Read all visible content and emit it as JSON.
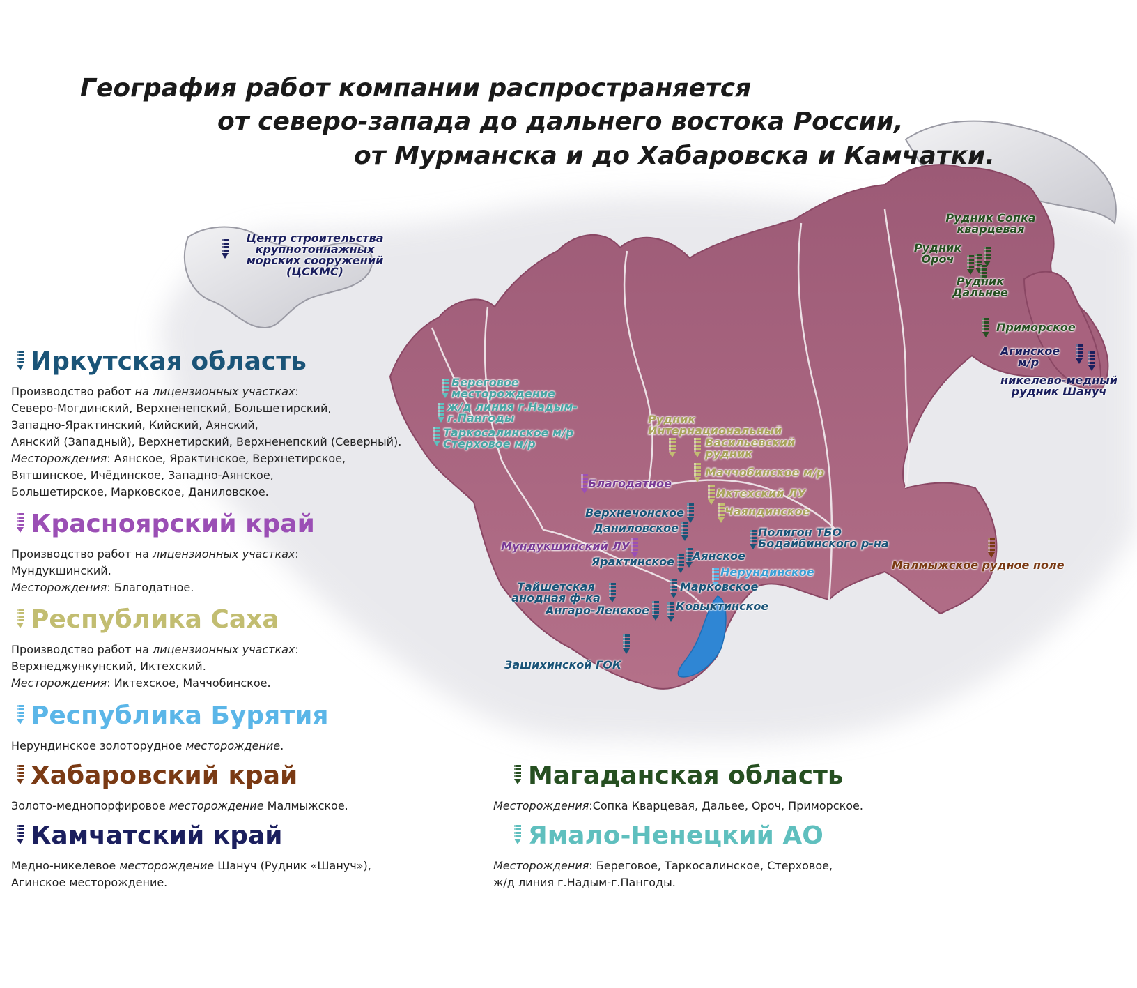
{
  "title": {
    "line1": "География работ компании распространяется",
    "line2": "от северо-запада до дальнего востока России,",
    "line3": "от Мурманска и до Хабаровска и Камчатки."
  },
  "colors": {
    "russia": "#a8627e",
    "irkutsk": "#1a5478",
    "krasnoyarsk": "#9b4fb5",
    "sakha": "#c2bd71",
    "buryatia": "#5bb6e8",
    "khabarovsk": "#7a3a14",
    "kamchatka": "#1b1f5e",
    "magadan": "#264f21",
    "yamal": "#5fbfbe",
    "baikal": "#2f86d4"
  },
  "sites": {
    "murmansk": "Центр строительства крупнотоннажных морских сооружений (ЦСКМС)",
    "beregovoe": "Береговое месторождение",
    "railway": "ж/д линия г.Надым-г.Пангоды",
    "tarkosale": "Таркосалинское м/р",
    "sterkhovoe": "Стерховое м/р",
    "internatsionalny": "Рудник Интернациональный",
    "vasilievsky": "Васильевский рудник",
    "machchoba": "Маччобинское м/р",
    "iktekh": "Иктехский ЛУ",
    "chayandinskoe": "Чаяндинское",
    "blagodatnoe": "Благодатное",
    "verkhnechonskoe": "Верхнечонское",
    "danilovskoe": "Даниловское",
    "polygon": "Полигон ТБО Бодайбинского р-на",
    "mundukshinsky": "Мундукшинский ЛУ",
    "yaraktinskoe": "Ярактинское",
    "ayanskoe": "Аянское",
    "nerundinskoe": "Нерундинское",
    "taishet": "Тайшетская анодная ф-ка",
    "markovskoe": "Марковское",
    "angaro": "Ангаро-Ленское",
    "kovyktinskoe": "Ковыктинское",
    "zashikhinsky": "Зашихинской ГОК",
    "sopka": "Рудник Сопка кварцевая",
    "oroch": "Рудник Ороч",
    "dalnee": "Рудник Дальнее",
    "primorskoe": "Приморское",
    "aginskoe": "Агинское м/р",
    "shanuch": "никелево-медный рудник Шануч",
    "malmyzh": "Малмыжское рудное поле"
  },
  "regions": {
    "irkutsk": {
      "name": "Иркутская область",
      "desc": [
        [
          "Производство работ ",
          "на лицензионных участках",
          ":"
        ],
        [
          "Северо-Могдинский, Верхненепский, Большетирский,"
        ],
        [
          "Западно-Ярактинский, Кийский, Аянский,"
        ],
        [
          "Аянский (Западный), Верхнетирский, Верхненепский (Северный)."
        ],
        [
          "",
          "Месторождения",
          ": Аянское, Ярактинское, Верхнетирское,"
        ],
        [
          "Вятшинское, Ичёдинское, Западно-Аянское,"
        ],
        [
          "Большетирское, Марковское, Даниловское."
        ]
      ]
    },
    "krasnoyarsk": {
      "name": "Красноярский край",
      "desc": [
        [
          "Производство работ на ",
          "лицензионных участках",
          ":"
        ],
        [
          "Мундукшинский."
        ],
        [
          "",
          "Месторождения",
          ": Благодатное."
        ]
      ]
    },
    "sakha": {
      "name": "Республика Саха",
      "desc": [
        [
          "Производство работ на ",
          "лицензионных участках",
          ":"
        ],
        [
          "Верхнеджункунский, Иктехский."
        ],
        [
          "",
          "Месторождения",
          ": Иктехское, Маччобинское."
        ]
      ]
    },
    "buryatia": {
      "name": "Республика Бурятия",
      "desc": [
        [
          "Нерундинское золоторудное ",
          "месторождение",
          "."
        ]
      ]
    },
    "khabarovsk": {
      "name": "Хабаровский край",
      "desc": [
        [
          "Золото-меднопорфировое ",
          "месторождение",
          " Малмыжское."
        ]
      ]
    },
    "kamchatka": {
      "name": "Камчатский край",
      "desc": [
        [
          "Медно-никелевое ",
          "месторождение",
          " Шануч (Рудник «Шануч»),"
        ],
        [
          "Агинское месторождение."
        ]
      ]
    },
    "magadan": {
      "name": "Магаданская область",
      "desc": [
        [
          "",
          "Месторождения",
          ":Сопка Кварцевая, Дальее, Ороч, Приморское."
        ]
      ]
    },
    "yamal": {
      "name": "Ямало-Ненецкий АО",
      "desc": [
        [
          "",
          "Месторождения",
          ": Береговое, Таркосалинское, Стерховое,"
        ],
        [
          "ж/д линия г.Надым-г.Пангоды."
        ]
      ]
    }
  }
}
